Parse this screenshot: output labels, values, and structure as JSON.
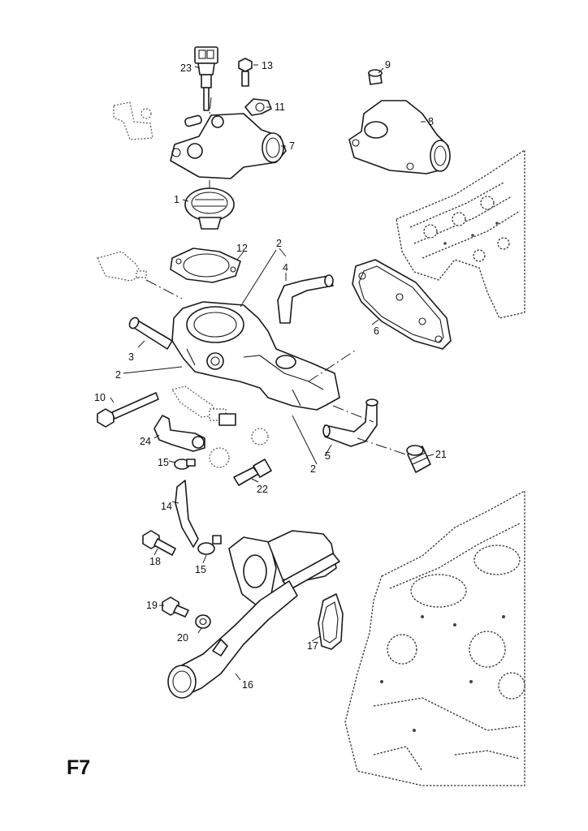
{
  "figure_label": "F7",
  "callouts": [
    {
      "id": "c23",
      "text": "23"
    },
    {
      "id": "c13",
      "text": "13"
    },
    {
      "id": "c11",
      "text": "11"
    },
    {
      "id": "c9",
      "text": "9"
    },
    {
      "id": "c8",
      "text": "8"
    },
    {
      "id": "c7",
      "text": "7"
    },
    {
      "id": "c1",
      "text": "1"
    },
    {
      "id": "c12",
      "text": "12"
    },
    {
      "id": "c2a",
      "text": "2"
    },
    {
      "id": "c4",
      "text": "4"
    },
    {
      "id": "c6",
      "text": "6"
    },
    {
      "id": "c3",
      "text": "3"
    },
    {
      "id": "c2b",
      "text": "2"
    },
    {
      "id": "c10",
      "text": "10"
    },
    {
      "id": "c24",
      "text": "24"
    },
    {
      "id": "c15a",
      "text": "15"
    },
    {
      "id": "c5",
      "text": "5"
    },
    {
      "id": "c2c",
      "text": "2"
    },
    {
      "id": "c21",
      "text": "21"
    },
    {
      "id": "c22",
      "text": "22"
    },
    {
      "id": "c14",
      "text": "14"
    },
    {
      "id": "c18",
      "text": "18"
    },
    {
      "id": "c15b",
      "text": "15"
    },
    {
      "id": "c19",
      "text": "19"
    },
    {
      "id": "c20",
      "text": "20"
    },
    {
      "id": "c17",
      "text": "17"
    },
    {
      "id": "c16",
      "text": "16"
    }
  ]
}
